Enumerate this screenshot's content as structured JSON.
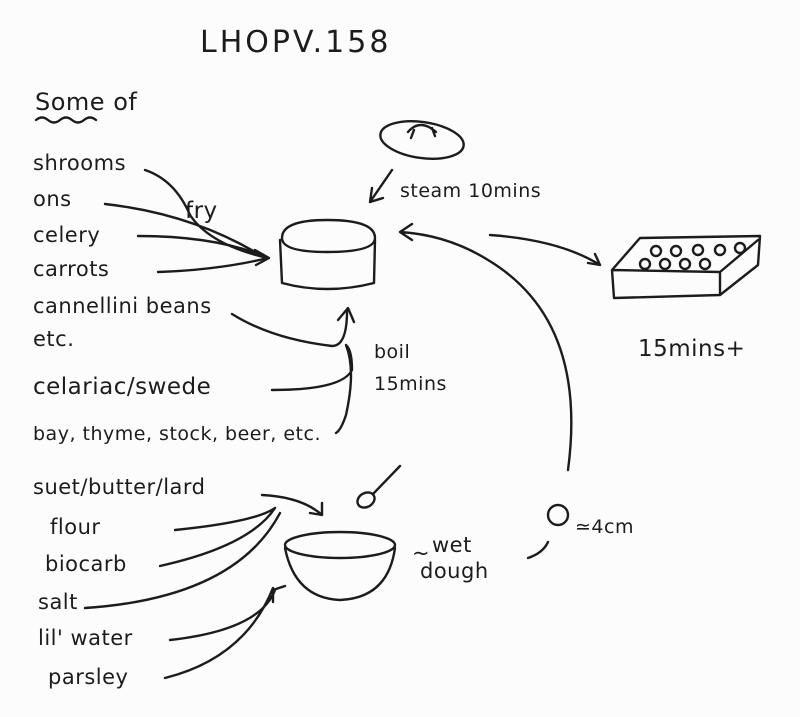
{
  "title": "LHOPV.158",
  "heading": "Some of",
  "group_fry": {
    "ingredients": [
      "shrooms",
      "ons",
      "celery",
      "carrots"
    ],
    "method": "fry"
  },
  "group_boil": {
    "ingredients": [
      "cannellini beans",
      "etc.",
      "celariac/swede",
      "bay, thyme, stock, beer, etc."
    ],
    "method_line1": "boil",
    "method_line2": "15mins"
  },
  "steam": "steam 10mins",
  "bake": "15mins+",
  "group_dough": {
    "ingredients": [
      "suet/butter/lard",
      "flour",
      "biocarb",
      "salt",
      "lil' water",
      "parsley"
    ],
    "result_tilde": "~",
    "result_line1": "wet",
    "result_line2": "dough",
    "size": "≃4cm"
  }
}
